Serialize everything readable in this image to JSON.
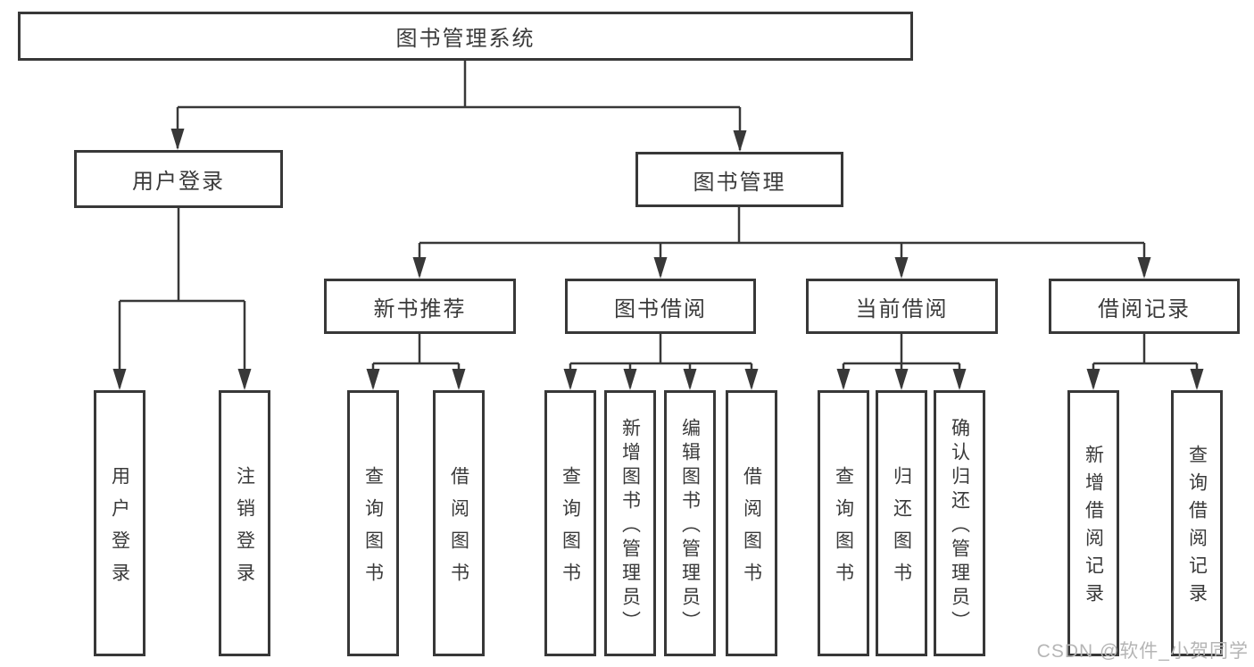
{
  "colors": {
    "line": "#383838",
    "text": "#3a3a3a",
    "box_bg": "#ffffff",
    "watermark": "#b5b5b5"
  },
  "tree": {
    "root": "图书管理系统",
    "branches": [
      {
        "label": "用户登录",
        "leaves": [
          "用户登录",
          "注销登录"
        ]
      },
      {
        "label": "图书管理",
        "groups": [
          {
            "label": "新书推荐",
            "leaves": [
              "查询图书",
              "借阅图书"
            ]
          },
          {
            "label": "图书借阅",
            "leaves": [
              "查询图书",
              "新增图书（管理员）",
              "编辑图书（管理员）",
              "借阅图书"
            ]
          },
          {
            "label": "当前借阅",
            "leaves": [
              "查询图书",
              "归还图书",
              "确认归还（管理员）"
            ]
          },
          {
            "label": "借阅记录",
            "leaves": [
              "新增借阅记录",
              "查询借阅记录"
            ]
          }
        ]
      }
    ]
  },
  "watermark": "CSDN @软件_小贺同学"
}
